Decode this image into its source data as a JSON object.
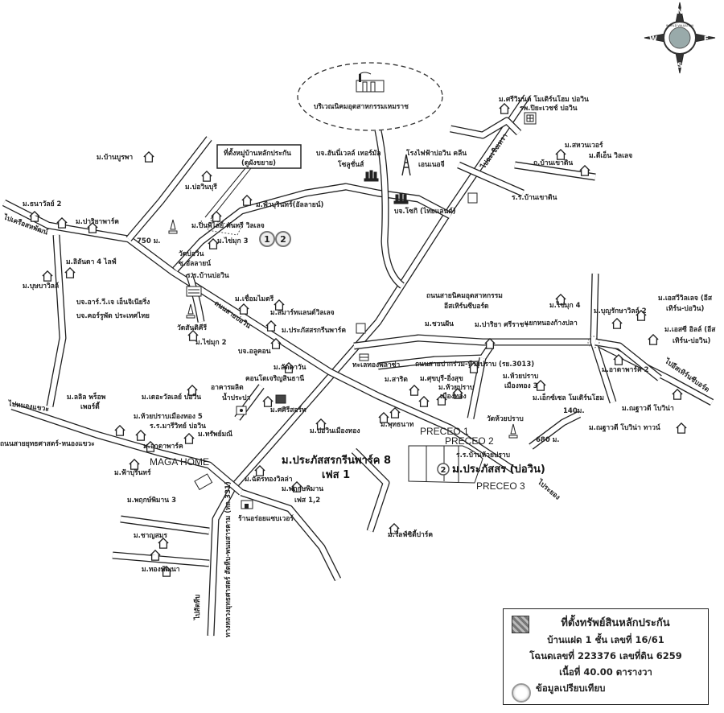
{
  "labels": [
    "บริเวณนิคมอุตสาหกรรมเหมราช",
    "ที่ตั้งหมู่บ้านหลักประกัน",
    "(ดูผังขยาย)",
    "บจ.ฮันนี่เวลล์ เทอร์มัล",
    "โซลูชั่นส์",
    "โรงไฟฟ้าบ่อวิน คลีน",
    "เอนเนอจี",
    "บจ.โซกิ (ไทยแลนด์)",
    "ม.ศรีวิมนต์ โมเดิร์นโฮม บ่อวิน",
    "รพ.ปิยะเวชช์ บ่อวิน",
    "ม.สหวนเวอร์",
    "ถ.บ้านเขาดิน",
    "ม.ดีเอ็น วิลเลจ",
    "ร.ร.บ้านเขาดิน",
    "ไปฉะเชิงเทรา",
    "ม.บ้านบูรพา",
    "ม.บ่อวินบุรี",
    "ม.ฟ้าบุรินทร์(อัลลายน์)",
    "ม.ปิ่นพิไลย์ คันทรี วิลเลจ",
    "ม.ไข่มุก 3",
    "750 ม.",
    "วัดบ่อวิน",
    "ซ.อัลลายน์",
    "ร.ร.บ้านบ่อวิน",
    "ม.ธนาวัลย์ 2",
    "ม.ปาริยาพาร์ค",
    "ไปเครือสหพัฒน์",
    "ม.ลิลันดา 4 ไลฟ์",
    "ม.บุษบาวิลล์",
    "บจ.อาร์.วี.เจ เอ็นจิเนียริ่ง",
    "บจ.คอร์รูพัด ประเทศไทย",
    "วัดสันติคีรี",
    "ม.เชื่อมไมตรี",
    "ม.สมาร์ทแลนด์วิลเลจ",
    "ม.ประภัสสรกรีนพาร์ค",
    "ม.ไข่มุก 2",
    "บจ.อลูคอน",
    "ม.ลัดดาวัน",
    "คอนโดเจริญสินธานี",
    "อาคารผลิต",
    "น้ำประปา",
    "ม.ศศิรีสอร์ท",
    "ม.เดอะวัลเลย์ บ่อวิน",
    "ม.ลลิล พร็อพ",
    "เพอร์ตี้",
    "ไปหนองแขวะ",
    "ม.ห้วยปราบเมืองทอง 5",
    "ร.ร.มารีวิทย์ บ่อวิน",
    "ม.ทรัพย์มณี",
    "ม.อาดาพาร์ค",
    "ถนนสายยุทธศาสตร์-หนองแขวะ",
    "ม.ฟ้าบุรินทร์",
    "MAGA HOME",
    "ม.ฉัตรทองวิลล่า",
    "ม.พฤกษพิมาน",
    "เฟส 1,2",
    "ร้านอร่อยแซบเวอร์",
    "ม.พฤกษ์พิมาน 3",
    "ม.ชาญสมร",
    "ม.ทองพัฒนา",
    "ไปสัตหีบ",
    "ทางหลวงยุทธศาสตร์ สัตหีบ-พนมสารคาม (ทล.331)",
    "ถนนสายบ่อวิน",
    "ม.ประภัสสรกรีนพาร์ค 8",
    "เฟส 1",
    "ม.บ่อวินเมืองทอง",
    "ม.พุทธนาท",
    "PRECEO 1",
    "PRECEO 2",
    "ร.ร.บ้านห้วยปราบ",
    "ม.ประภัสสร (บ่อวิน)",
    "PRECEO 3",
    "ม.ไลฟ์ซิตี้ปาร์ค",
    "ถนนสายนิคมอุตสาหกรรม",
    "อีสเทิร์นซีบอร์ด",
    "ม.ชวนฝัน",
    "ม.ปาริยา ศรีราชา",
    "ทะเลทองพลาซ่า",
    "ถนนสายปากร่วม-ห้วยปราบ (รย.3013)",
    "ม.สาริต",
    "ม.ศุขบุรี-อิ่งสุข",
    "ม.ห้วยปราบ",
    "เมืองทอง",
    "ม.ห้วยปราบ",
    "เมืองทอง 3",
    "ม.เอ็กซ์เซล โมเดิร์นโฮม",
    "วัดห้วยปราบ",
    "140ม.",
    "680 ม.",
    "ม.ไข่มุก 4",
    "ม.บุญรักษาวิลล์ 2",
    "แยกหนองก้างปลา",
    "ม.เอสวีวิลเลจ (อีส",
    "เทิร์น-บ่อวิน)",
    "ม.เอสซี อิลล์ (อีส",
    "เทิร์น-บ่อวิน)",
    "ม.อาดาพาร์ค 2",
    "ไปอีสเทิร์นซีบอร์ด",
    "ม.ณฐาวดี โบวิน่า",
    "ม.ณฐาวดี โบวิน่า ทาวน์",
    "ไประยอง"
  ],
  "markers": [
    "1",
    "2",
    "2"
  ],
  "compass": {
    "n": "N",
    "s": "S",
    "e": "E",
    "w": "W",
    "ring_text": "WORLD VALUATION"
  },
  "legend": {
    "title": "ที่ตั้งทรัพย์สินหลักประกัน",
    "line1": "บ้านแฝด 1 ชั้น เลขที่ 16/61",
    "line2": "โฉนดเลขที่ 223376 เลขที่ดิน 6259",
    "line3": "เนื้อที่  40.00  ตารางวา",
    "comparison": "ข้อมูลเปรียบเทียบ"
  }
}
